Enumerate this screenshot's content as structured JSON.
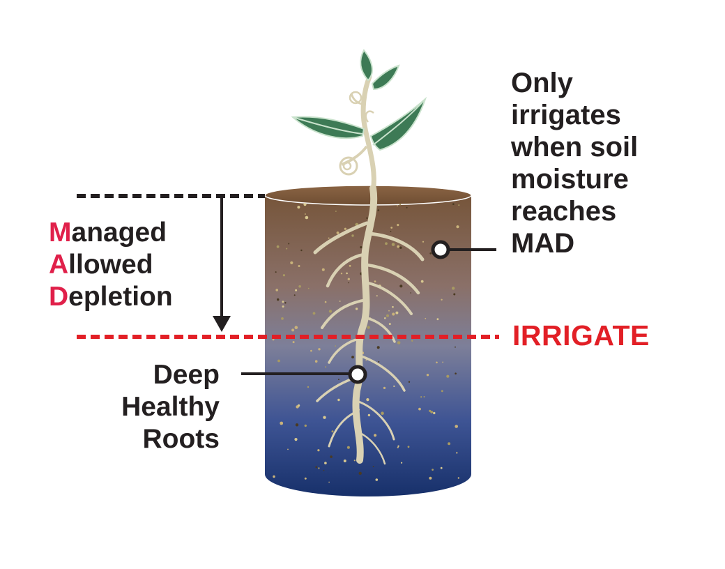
{
  "mad_label": {
    "line1_initial": "M",
    "line1_rest": "anaged",
    "line2_initial": "A",
    "line2_rest": "llowed",
    "line3_initial": "D",
    "line3_rest": "epletion"
  },
  "irrigate_label": "IRRIGATE",
  "callout_right": {
    "line1": "Only",
    "line2": "irrigates",
    "line3": "when soil",
    "line4": "moisture",
    "line5": "reaches",
    "line6": "MAD"
  },
  "callout_roots": {
    "line1": "Deep",
    "line2": "Healthy",
    "line3": "Roots"
  },
  "colors": {
    "mad_initials": "#e0204a",
    "irrigate_line": "#e21f26",
    "text": "#231f20",
    "soil_top": "#7a5a3c",
    "soil_bottom": "#17306a",
    "leaf": "#3d7a55",
    "root": "#d8d0b0"
  },
  "icons": [
    "plant-seedling-icon",
    "soil-cylinder-icon",
    "roots-icon",
    "down-arrow-icon"
  ]
}
